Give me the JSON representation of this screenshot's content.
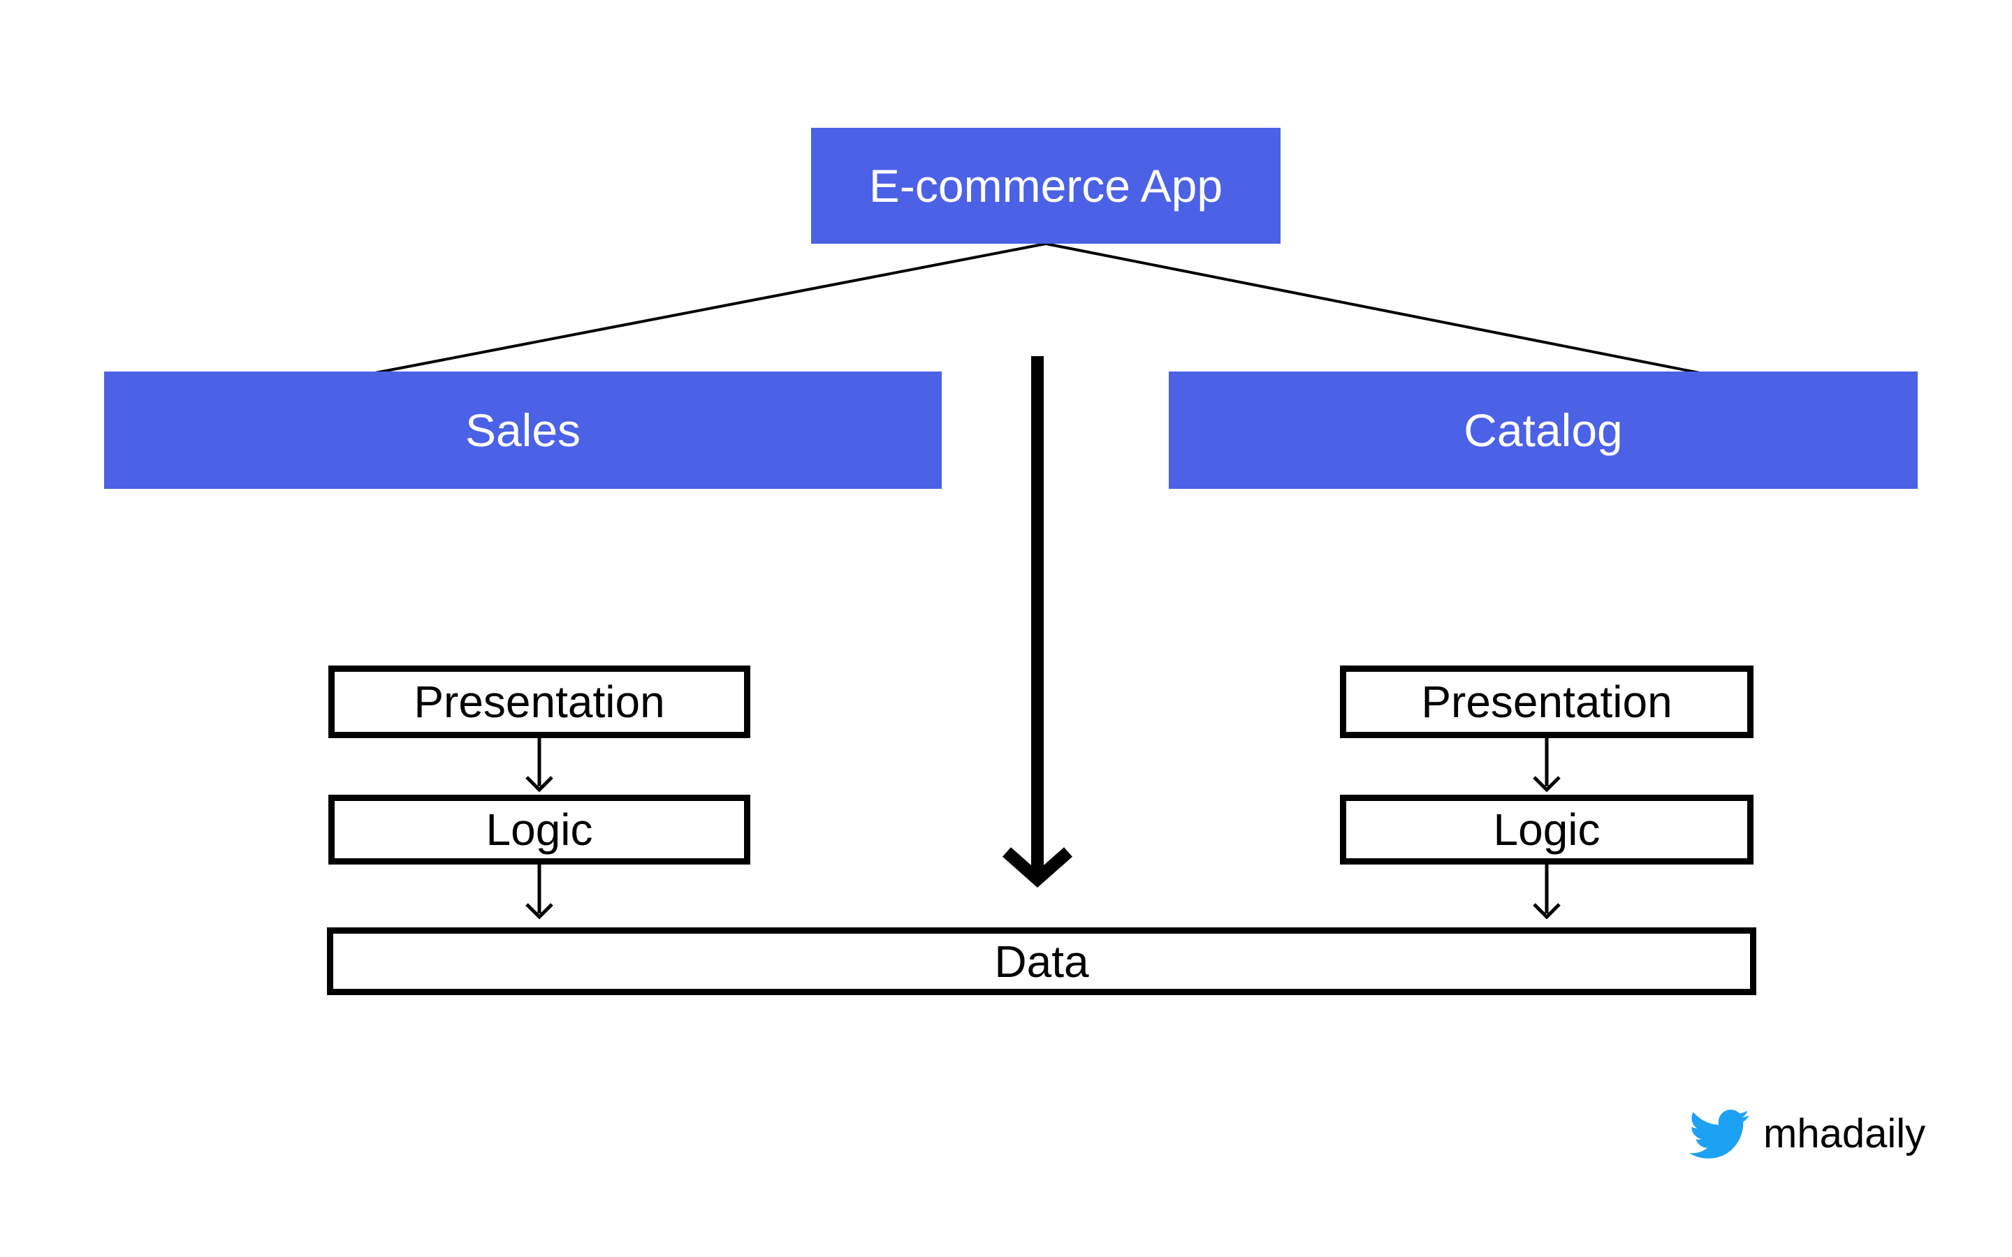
{
  "diagram": {
    "root": {
      "label": "E-commerce App"
    },
    "branches": [
      {
        "label": "Sales"
      },
      {
        "label": "Catalog"
      }
    ],
    "sales_stack": {
      "presentation": "Presentation",
      "logic": "Logic"
    },
    "catalog_stack": {
      "presentation": "Presentation",
      "logic": "Logic"
    },
    "shared_layer": {
      "label": "Data"
    }
  },
  "attribution": {
    "handle": "mhadaily",
    "icon": "twitter-bird-icon"
  },
  "colors": {
    "node_fill_blue": "#4B61E6",
    "node_fill_text": "#FFFFFF",
    "outline_stroke": "#000000",
    "connector_black": "#000000",
    "twitter_blue": "#1DA1F2",
    "canvas_background": "#FFFFFF"
  }
}
